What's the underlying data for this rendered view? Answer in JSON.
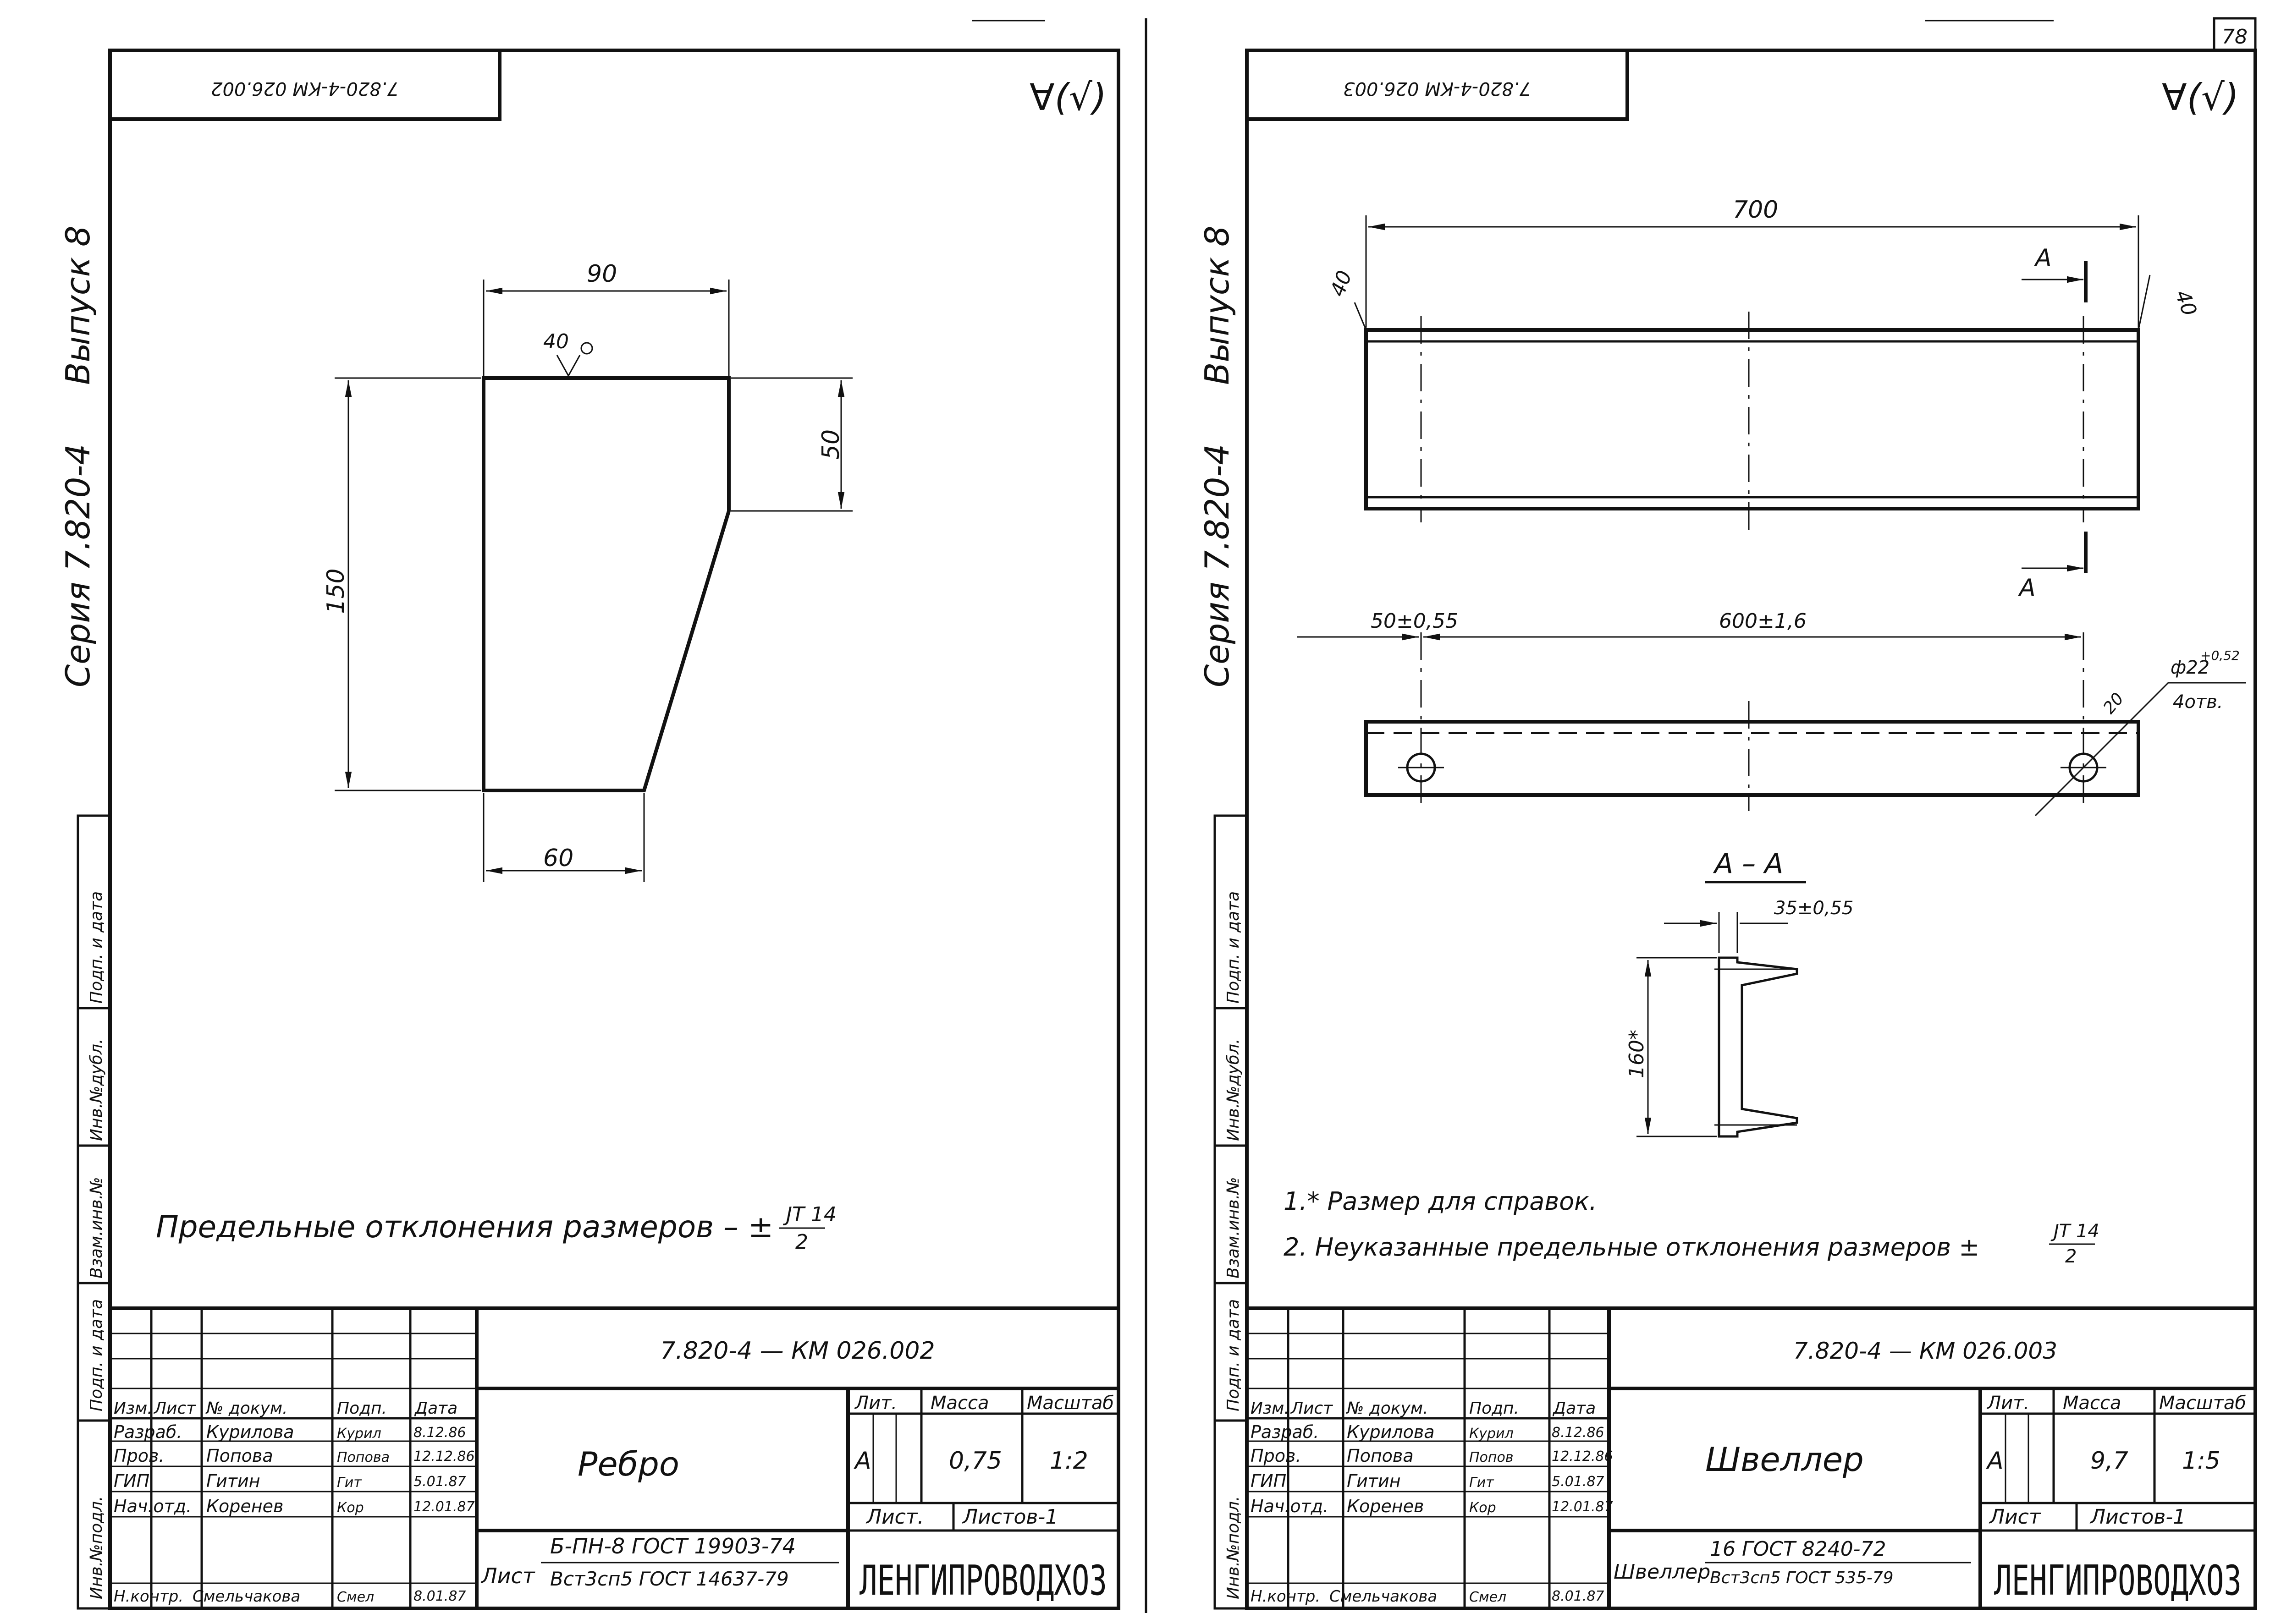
{
  "page_number": "78",
  "series_stamp": {
    "seriya": "Серия 7.820-4",
    "vypusk": "Выпуск 8"
  },
  "side_stamp_labels": [
    "Инв.№подл.",
    "Подп. и дата",
    "Взам.инв.№",
    "Инв.№дубл.",
    "Подп. и дата"
  ],
  "roughness": "∀(√)",
  "sheet1": {
    "corner_code": "7.820-4-КМ 026.002",
    "designation": "7.820-4 — КМ 026.002",
    "dims": {
      "top": "90",
      "rough": "40",
      "right": "50",
      "height": "150",
      "bottom": "60"
    },
    "note": "Предельные отклонения размеров – ±",
    "note_frac_num": "JT 14",
    "note_frac_den": "2",
    "title": "Ребро",
    "material_prefix": "Лист",
    "material_line1": "Б-ПН-8 ГОСТ 19903-74",
    "material_line2": "Вст3сп5 ГОСТ 14637-79",
    "lit_header": "Лит.",
    "mass_header": "Масса",
    "scale_header": "Масштаб",
    "lit": "А",
    "mass": "0,75",
    "scale": "1:2",
    "sheet_label": "Лист.",
    "sheets_label": "Листов-1",
    "org": "ЛЕНГИПРОВОДХОЗ",
    "col_headers": [
      "Изм.",
      "Лист",
      "№ докум.",
      "Подп.",
      "Дата"
    ],
    "rows": [
      {
        "role": "Разраб.",
        "name": "Курилова",
        "sign": "Курил",
        "date": "8.12.86"
      },
      {
        "role": "Пров.",
        "name": "Попова",
        "sign": "Попова",
        "date": "12.12.86"
      },
      {
        "role": "ГИП",
        "name": "Гитин",
        "sign": "Гит",
        "date": "5.01.87"
      },
      {
        "role": "Нач.отд.",
        "name": "Коренев",
        "sign": "Кор",
        "date": "12.01.87"
      },
      {
        "role": "Н.контр.",
        "name": "Смельчакова",
        "sign": "Смел",
        "date": "8.01.87"
      }
    ]
  },
  "sheet2": {
    "corner_code": "7.820-4-КМ 026.003",
    "designation": "7.820-4 — КМ 026.003",
    "dims": {
      "length": "700",
      "left_h": "40",
      "right_h": "40",
      "section_mark": "А",
      "edge": "50±0,55",
      "hole_spacing": "600±1,6",
      "hole_dia": "ф22",
      "hole_tol": "+0,52",
      "hole_count": "4отв.",
      "hole_offset": "20",
      "section_title": "А – А",
      "flange": "35±0,55",
      "web": "160*"
    },
    "notes": [
      "1.* Размер для справок.",
      "2. Неуказанные предельные отклонения размеров ±"
    ],
    "note_frac_num": "JT 14",
    "note_frac_den": "2",
    "title": "Швеллер",
    "material_prefix": "Швеллер",
    "material_line1": "16 ГОСТ 8240-72",
    "material_line2": "Вст3сп5 ГОСТ 535-79",
    "lit_header": "Лит.",
    "mass_header": "Масса",
    "scale_header": "Масштаб",
    "lit": "А",
    "mass": "9,7",
    "scale": "1:5",
    "sheet_label": "Лист",
    "sheets_label": "Листов-1",
    "org": "ЛЕНГИПРОВОДХОЗ",
    "col_headers": [
      "Изм.",
      "Лист",
      "№ докум.",
      "Подп.",
      "Дата"
    ],
    "rows": [
      {
        "role": "Разраб.",
        "name": "Курилова",
        "sign": "Курил",
        "date": "8.12.86"
      },
      {
        "role": "Пров.",
        "name": "Попова",
        "sign": "Попов",
        "date": "12.12.86"
      },
      {
        "role": "ГИП",
        "name": "Гитин",
        "sign": "Гит",
        "date": "5.01.87"
      },
      {
        "role": "Нач.отд.",
        "name": "Коренев",
        "sign": "Кор",
        "date": "12.01.87"
      },
      {
        "role": "Н.контр.",
        "name": "Смельчакова",
        "sign": "Смел",
        "date": "8.01.87"
      }
    ]
  }
}
